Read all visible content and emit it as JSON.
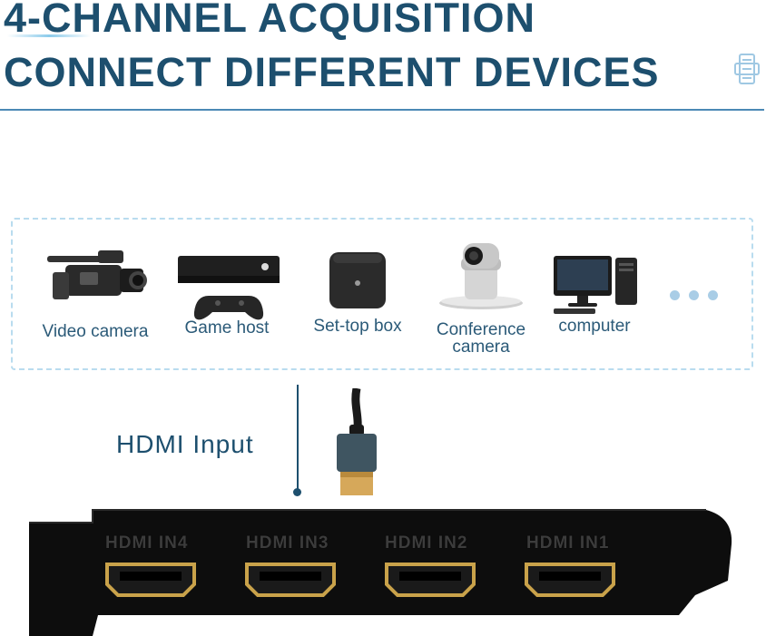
{
  "header": {
    "title_line1": "4-CHANNEL ACQUISITION",
    "title_line2": "CONNECT DIFFERENT DEVICES"
  },
  "devices": [
    {
      "label": "Video camera",
      "icon": "video-camera-icon"
    },
    {
      "label": "Game host",
      "icon": "game-console-icon"
    },
    {
      "label": "Set-top box",
      "icon": "set-top-box-icon"
    },
    {
      "label_line1": "Conference",
      "label_line2": "camera",
      "icon": "conference-camera-icon"
    },
    {
      "label": "computer",
      "icon": "computer-icon"
    }
  ],
  "connector": {
    "label": "HDMI Input"
  },
  "ports": [
    {
      "label": "HDMI  IN4"
    },
    {
      "label": "HDMI  IN3"
    },
    {
      "label": "HDMI  IN2"
    },
    {
      "label": "HDMI  IN1"
    }
  ],
  "colors": {
    "title": "#1d4f6e",
    "rule": "#4b89b5",
    "dashed_border": "#b9dcef",
    "port_gold": "#c9a24a"
  }
}
